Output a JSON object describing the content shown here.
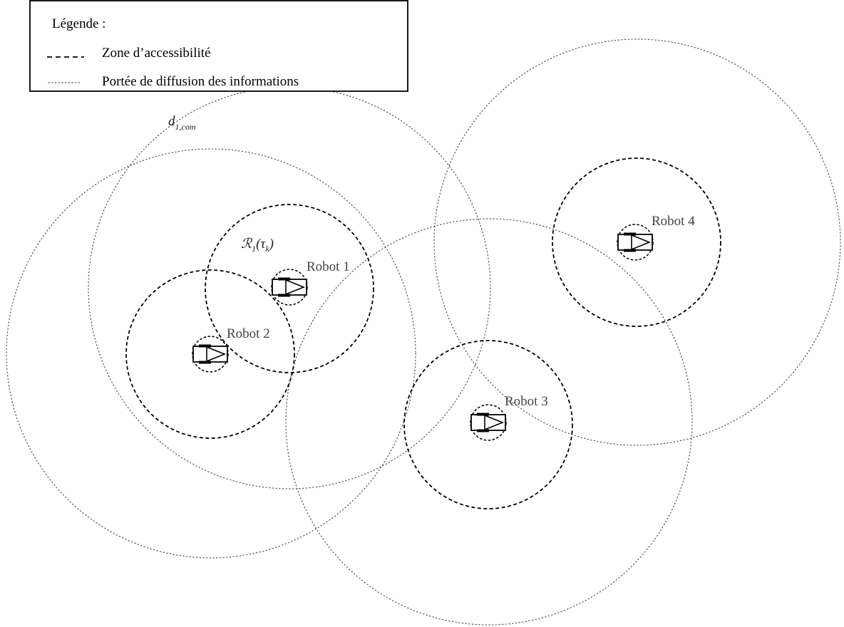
{
  "legend": {
    "title": "Légende :",
    "entries": [
      {
        "style": "dashed",
        "label": "Zone d’accessibilité"
      },
      {
        "style": "dotted",
        "label": "Portée de diffusion des informations"
      }
    ]
  },
  "annotations": {
    "comm_range": {
      "main": "d",
      "sub": "1,com"
    },
    "reach_zone": {
      "main": "ℛ",
      "sub1": "1",
      "paren_open": "(τ",
      "sub2": "k",
      "paren_close": ")"
    }
  },
  "robots": [
    {
      "id": "robot-1",
      "label": "Robot 1"
    },
    {
      "id": "robot-2",
      "label": "Robot 2"
    },
    {
      "id": "robot-3",
      "label": "Robot 3"
    },
    {
      "id": "robot-4",
      "label": "Robot 4"
    }
  ],
  "colors": {
    "line": "#000000",
    "broadcast_line": "#555555",
    "robot_label": "#444444"
  }
}
